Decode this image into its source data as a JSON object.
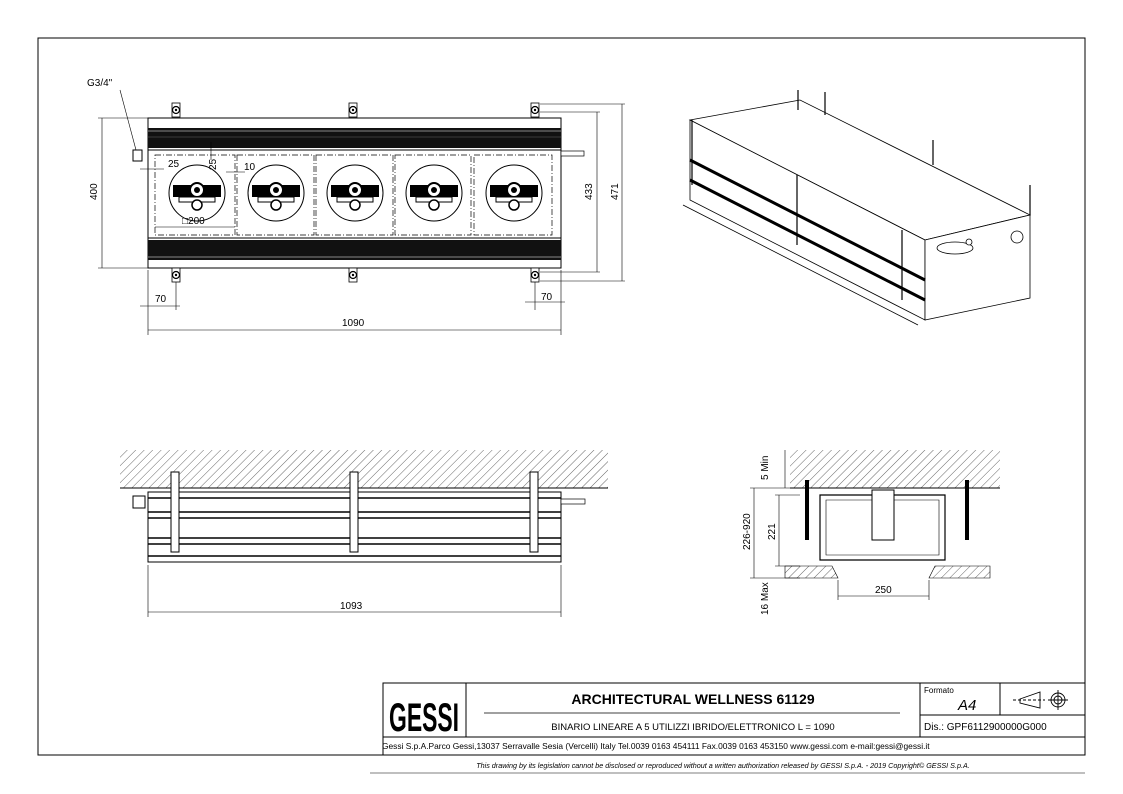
{
  "drawing": {
    "top_view": {
      "thread_label": "G3/4\"",
      "dims": {
        "height": "400",
        "inner_height": "433",
        "outer_height": "471",
        "width": "1090",
        "left_offset": "70",
        "right_offset": "70",
        "margin_side": "25",
        "margin_top": "25",
        "gap": "10",
        "module": "□200"
      }
    },
    "side_view": {
      "dims": {
        "length": "1093"
      }
    },
    "section_view": {
      "dims": {
        "min_gap": "5 Min",
        "range": "226-920",
        "height": "221",
        "opening": "250",
        "max_recess": "16 Max"
      }
    }
  },
  "title_block": {
    "logo": "GESSI",
    "title": "ARCHITECTURAL WELLNESS 61129",
    "subtitle": "BINARIO LINEARE A 5 UTILIZZI  IBRIDO/ELETTRONICO L = 1090",
    "format_label": "Formato",
    "format_value": "A4",
    "drawing_number": "Dis.: GPF6112900000G000",
    "address": "Gessi S.p.A.Parco Gessi,13037 Serravalle Sesia (Vercelli) Italy Tel.0039 0163 454111 Fax.0039 0163 453150 www.gessi.com e-mail:gessi@gessi.it",
    "copyright": "This drawing by its legislation cannot be disclosed or reproduced without a written authorization released by GESSI S.p.A. - 2019 Copyright© GESSI S.p.A."
  }
}
